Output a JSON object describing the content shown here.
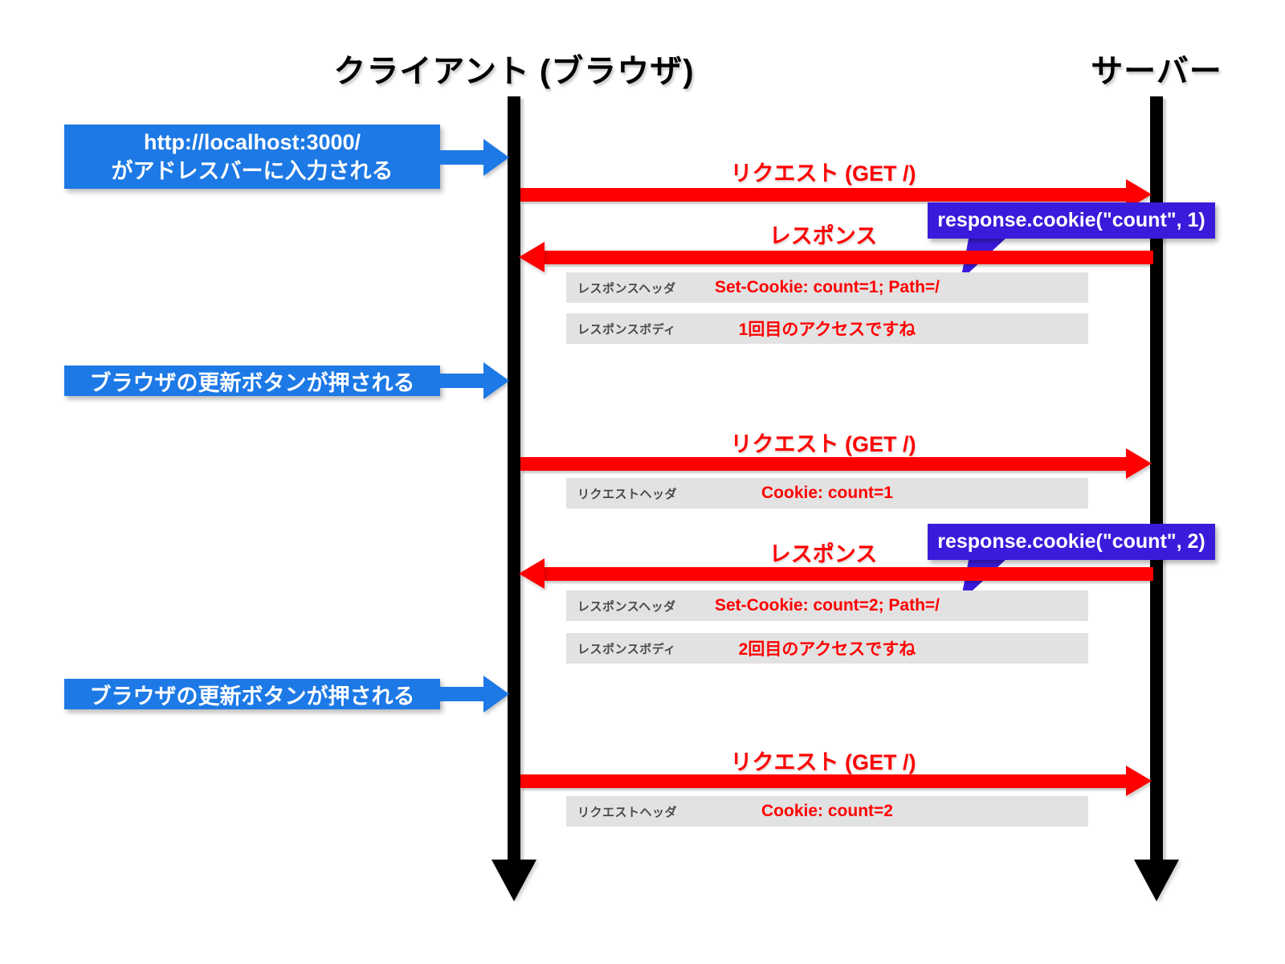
{
  "colors": {
    "accent_blue": "#1d79e5",
    "accent_purple": "#3a1bdb",
    "accent_red": "#ff0000",
    "row_bg": "#e2e2e2",
    "row_label_gray": "#4a4a4a",
    "lifeline_black": "#000000"
  },
  "actors": {
    "client": "クライアント (ブラウザ)",
    "server": "サーバー"
  },
  "notes": {
    "url": {
      "line1": "http://localhost:3000/",
      "line2": "がアドレスバーに入力される"
    },
    "refresh1": "ブラウザの更新ボタンが押される",
    "refresh2": "ブラウザの更新ボタンが押される"
  },
  "messages": {
    "request1": "リクエスト (GET /)",
    "response1": "レスポンス",
    "request2": "リクエスト (GET /)",
    "response2": "レスポンス",
    "request3": "リクエスト (GET /)"
  },
  "callouts": {
    "cookie1": "response.cookie(\"count\", 1)",
    "cookie2": "response.cookie(\"count\", 2)"
  },
  "rows": {
    "resp1_header": {
      "label": "レスポンスヘッダ",
      "value": "Set-Cookie: count=1; Path=/"
    },
    "resp1_body": {
      "label": "レスポンスボディ",
      "value": "1回目のアクセスですね"
    },
    "req2_header": {
      "label": "リクエストヘッダ",
      "value": "Cookie: count=1"
    },
    "resp2_header": {
      "label": "レスポンスヘッダ",
      "value": "Set-Cookie: count=2; Path=/"
    },
    "resp2_body": {
      "label": "レスポンスボディ",
      "value": "2回目のアクセスですね"
    },
    "req3_header": {
      "label": "リクエストヘッダ",
      "value": "Cookie: count=2"
    }
  }
}
